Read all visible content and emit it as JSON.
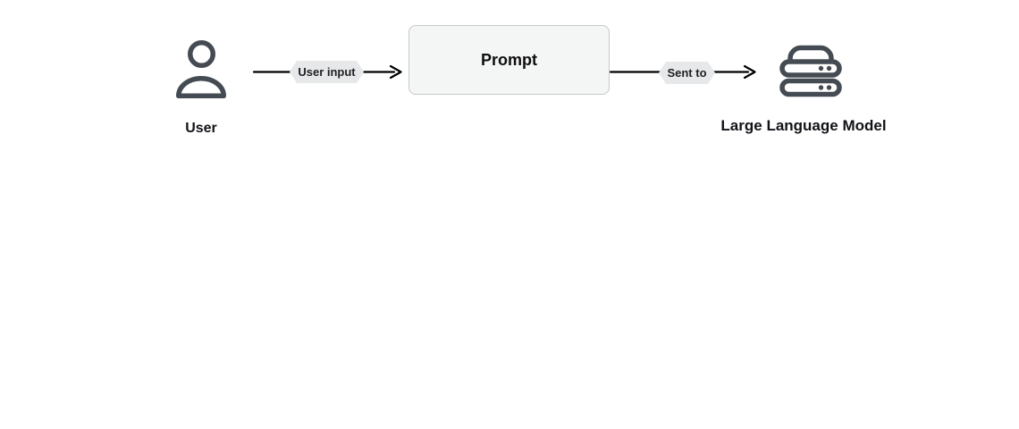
{
  "diagram": {
    "background_color": "#ffffff",
    "icon_stroke_color": "#454b52",
    "arrow_color": "#000000",
    "nodes": {
      "user": {
        "label": "User",
        "icon": "person-icon"
      },
      "prompt": {
        "label": "Prompt",
        "fill_color": "#f4f5f5",
        "border_color": "#c6c9ca"
      },
      "llm": {
        "label": "Large Language Model",
        "icon": "server-stack-icon"
      }
    },
    "edges": [
      {
        "from": "user",
        "to": "prompt",
        "label": "User input",
        "label_bg_color": "#e7e8e9"
      },
      {
        "from": "prompt",
        "to": "llm",
        "label": "Sent to",
        "label_bg_color": "#e7e8e9"
      }
    ]
  }
}
